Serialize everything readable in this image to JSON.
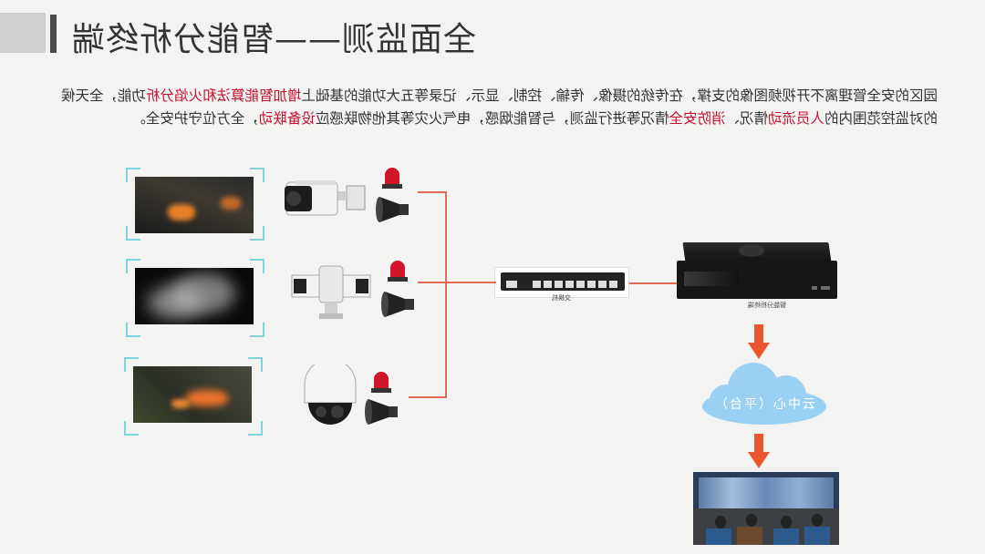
{
  "header": {
    "title": "全面监测——智能分析终端"
  },
  "intro": {
    "seg1": "园区的安全管理离不开视频图像的支撑，在传统的摄像、传输、控制、显示、记录等五大功能的基础上",
    "hl1": "增加智能算法和火焰分析",
    "seg2": "功能，全天候的对监控范围内的",
    "hl2": "人员流动",
    "seg3": "情况、",
    "hl3": "消防安全",
    "seg4": "情况等进行监测，与智能烟感，电气火灾等其他物联感应",
    "hl4": "设备联动",
    "seg5": "，全方位守护安全。"
  },
  "devices": {
    "nvr_label": "智能分析终端",
    "switch_label": "交换机"
  },
  "cloud": {
    "label": "云中心（平台）"
  },
  "colors": {
    "accent": "#c8102e",
    "link": "#e06a52",
    "arrow": "#e8562f",
    "cloud": "#9ad0f2",
    "bracket": "#7fd3da"
  },
  "icons": [
    "nvr-icon",
    "switch-icon",
    "arrow-down-icon",
    "cloud-icon",
    "alarm-light-icon",
    "speaker-icon",
    "bullet-camera-icon",
    "ptz-camera-icon",
    "dome-camera-icon"
  ]
}
